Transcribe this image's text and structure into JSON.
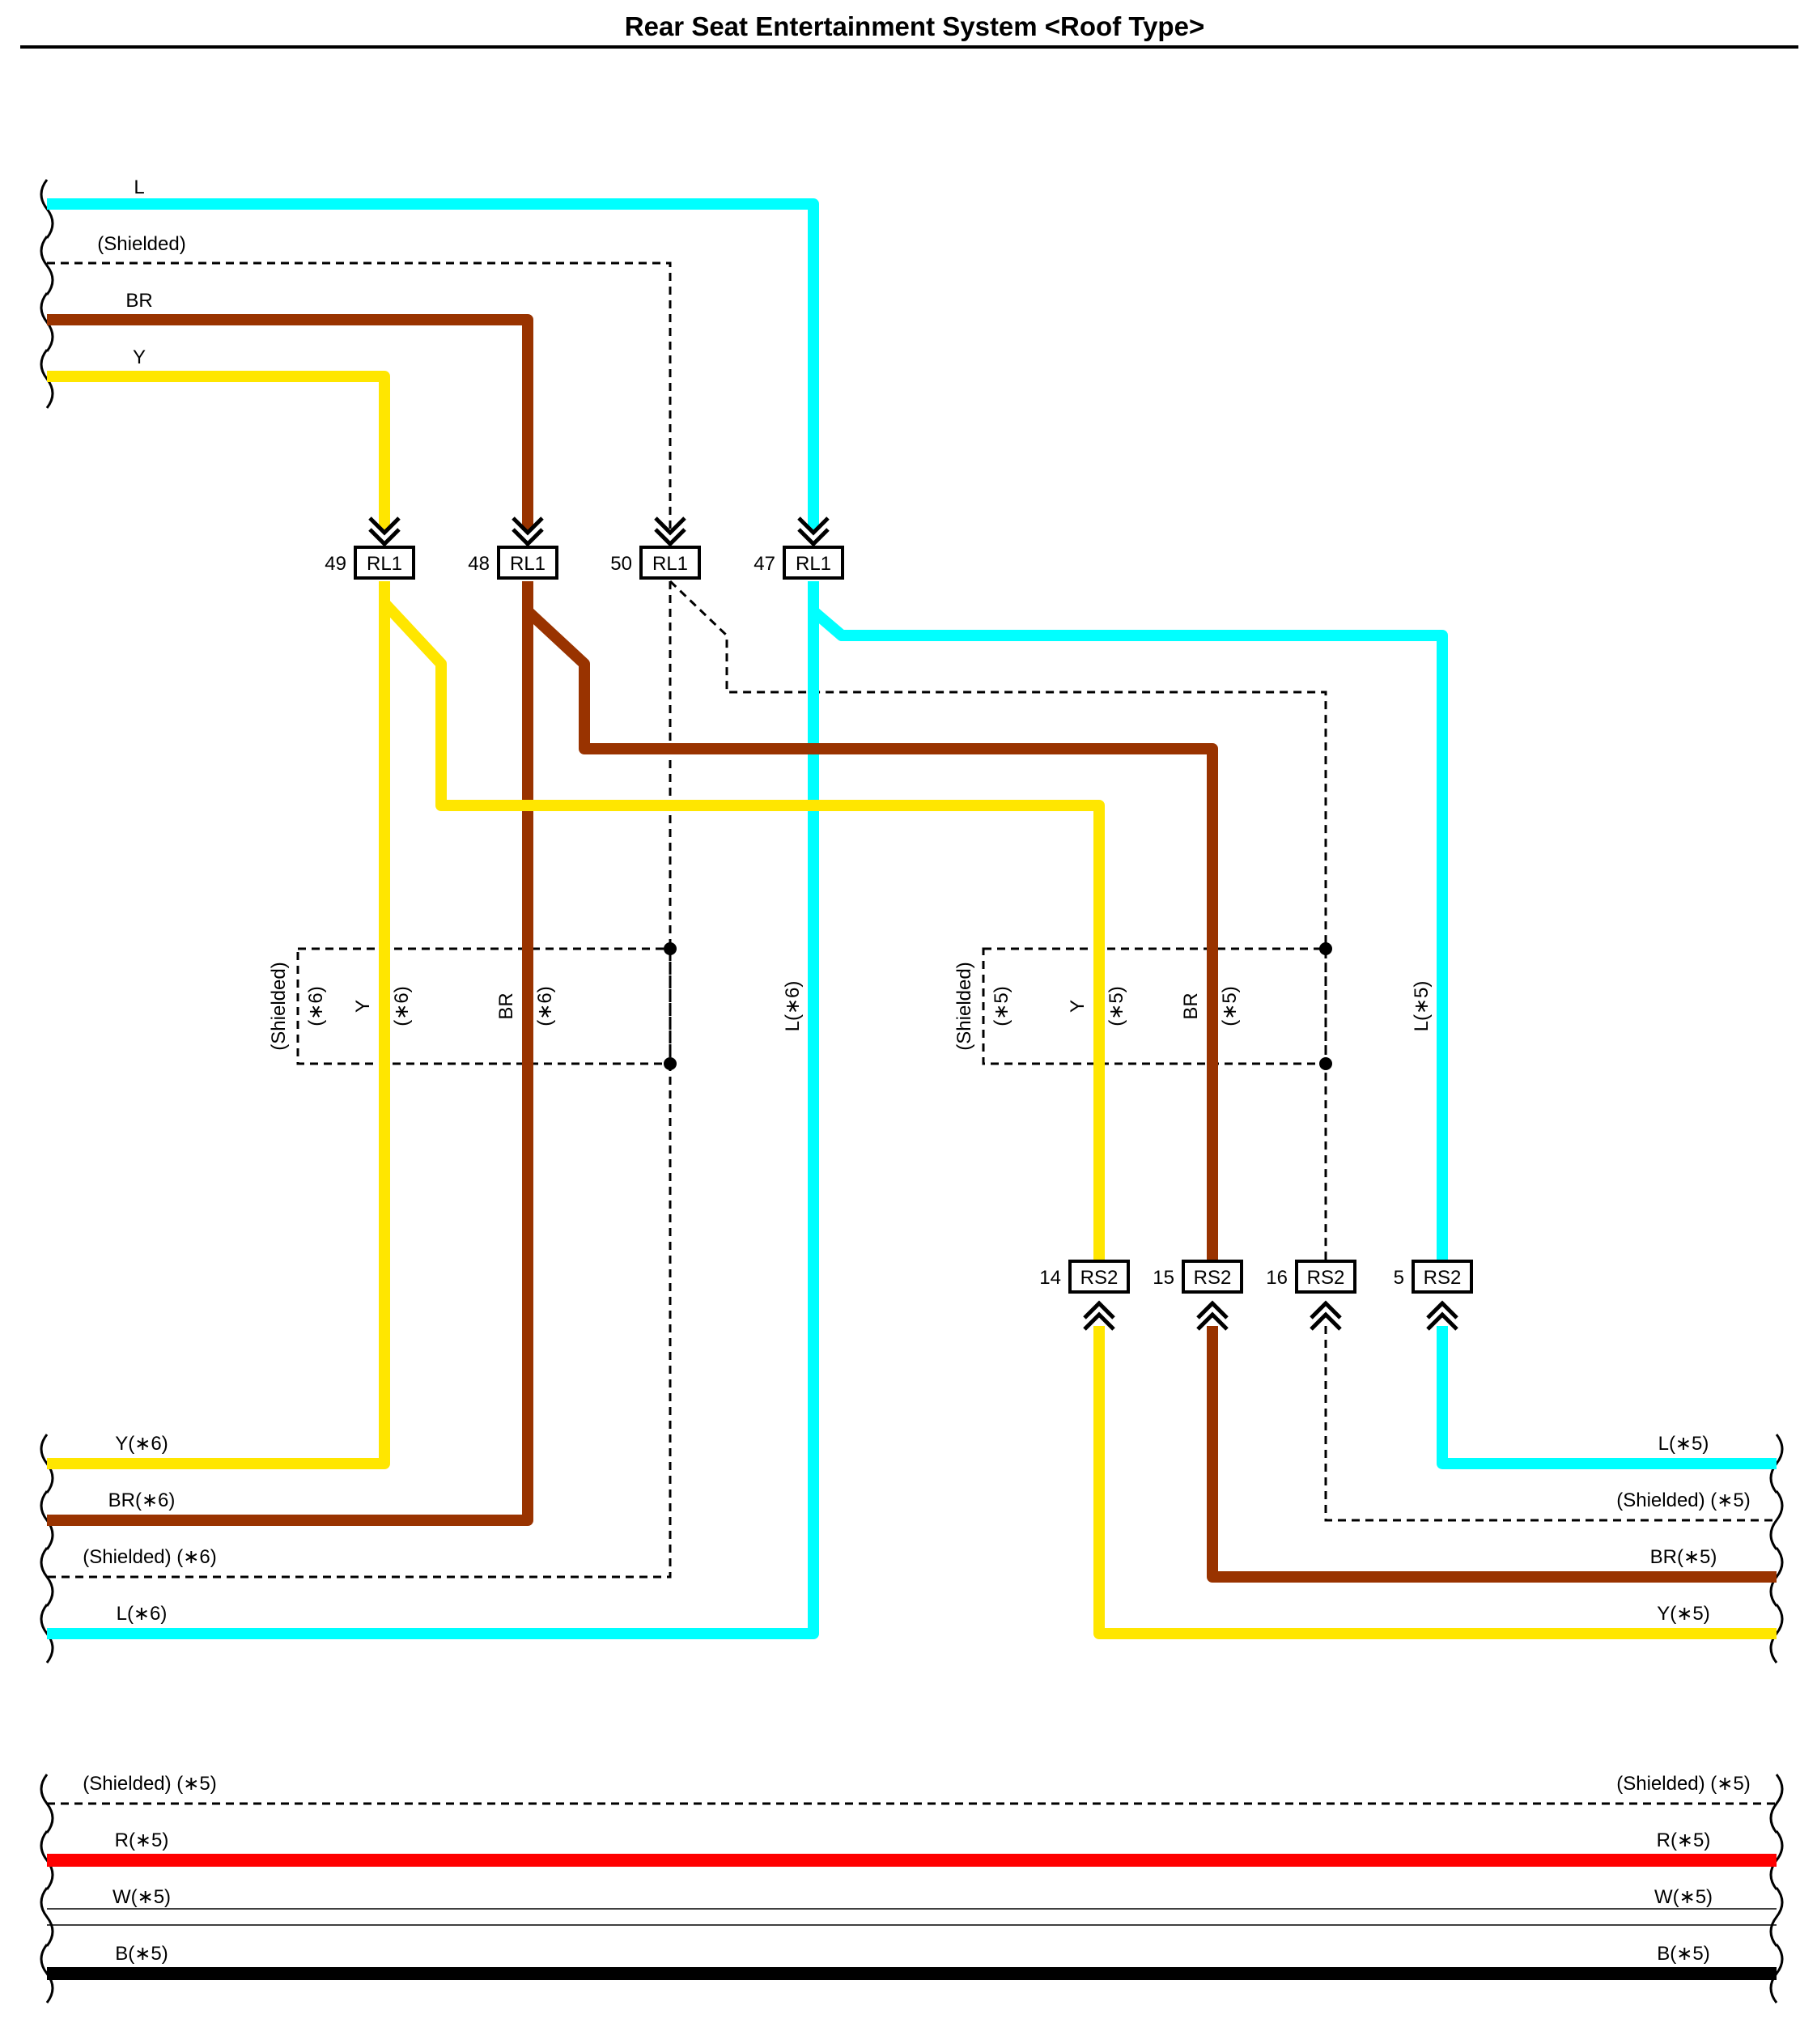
{
  "title": "Rear Seat Entertainment System <Roof Type>",
  "colors": {
    "L": "#00ffff",
    "BR": "#993300",
    "Y": "#ffe600",
    "R": "#ff0000",
    "W": "#ffffff",
    "B": "#000000",
    "shielded": "#000000"
  },
  "top_left_wires": {
    "L": "L",
    "shielded": "(Shielded)",
    "BR": "BR",
    "Y": "Y"
  },
  "connectors": {
    "rl1_49": {
      "pin": "49",
      "name": "RL1"
    },
    "rl1_48": {
      "pin": "48",
      "name": "RL1"
    },
    "rl1_50": {
      "pin": "50",
      "name": "RL1"
    },
    "rl1_47": {
      "pin": "47",
      "name": "RL1"
    },
    "rs2_14": {
      "pin": "14",
      "name": "RS2"
    },
    "rs2_15": {
      "pin": "15",
      "name": "RS2"
    },
    "rs2_16": {
      "pin": "16",
      "name": "RS2"
    },
    "rs2_5": {
      "pin": "5",
      "name": "RS2"
    }
  },
  "shield_box_left": {
    "shielded": "(Shielded)",
    "shielded_note": "(∗6)",
    "y": "Y",
    "y_note": "(∗6)",
    "br": "BR",
    "br_note": "(∗6)",
    "l": "L(∗6)"
  },
  "shield_box_right": {
    "shielded": "(Shielded)",
    "shielded_note": "(∗5)",
    "y": "Y",
    "y_note": "(∗5)",
    "br": "BR",
    "br_note": "(∗5)",
    "l": "L(∗5)"
  },
  "bottom_left_wires": {
    "y": "Y(∗6)",
    "br": "BR(∗6)",
    "shielded": "(Shielded) (∗6)",
    "l": "L(∗6)"
  },
  "bottom_right_wires": {
    "l": "L(∗5)",
    "shielded": "(Shielded) (∗5)",
    "br": "BR(∗5)",
    "y": "Y(∗5)"
  },
  "through_wires": {
    "shielded_left": "(Shielded) (∗5)",
    "shielded_right": "(Shielded) (∗5)",
    "r_left": "R(∗5)",
    "r_right": "R(∗5)",
    "w_left": "W(∗5)",
    "w_right": "W(∗5)",
    "b_left": "B(∗5)",
    "b_right": "B(∗5)"
  }
}
